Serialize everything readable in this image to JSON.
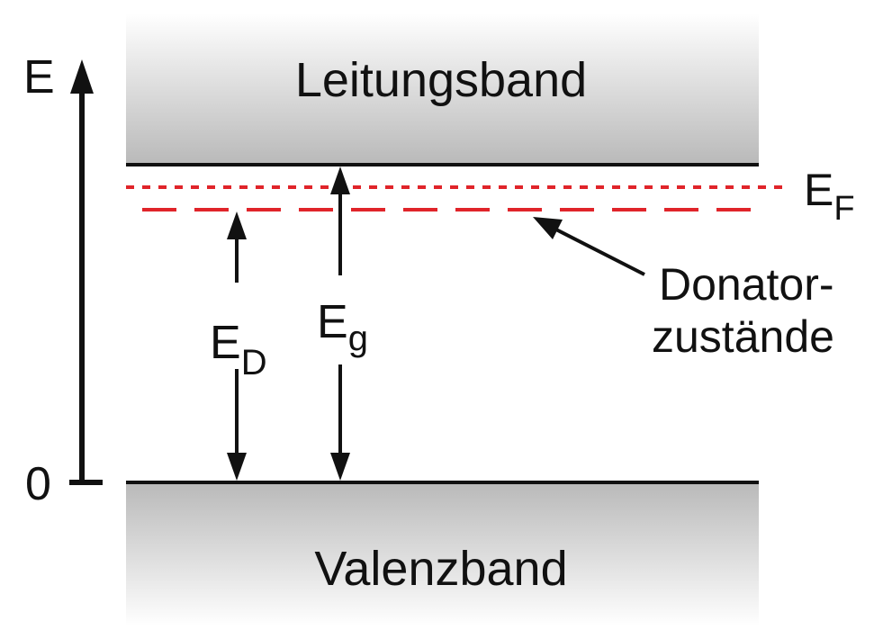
{
  "diagram": {
    "axis_label": "E",
    "zero_label": "0",
    "conduction_band": "Leitungsband",
    "valence_band": "Valenzband",
    "fermi_level": {
      "main": "E",
      "sub": "F"
    },
    "donor_energy": {
      "main": "E",
      "sub": "D"
    },
    "band_gap": {
      "main": "E",
      "sub": "g"
    },
    "donor_states_line1": "Donator-",
    "donor_states_line2": "zustände",
    "colors": {
      "line": "#111111",
      "fermi_line": "#e0242a",
      "donor_line": "#e0242a",
      "band_gradient_dark": "#b9b9b9",
      "band_gradient_light": "#ffffff"
    }
  }
}
